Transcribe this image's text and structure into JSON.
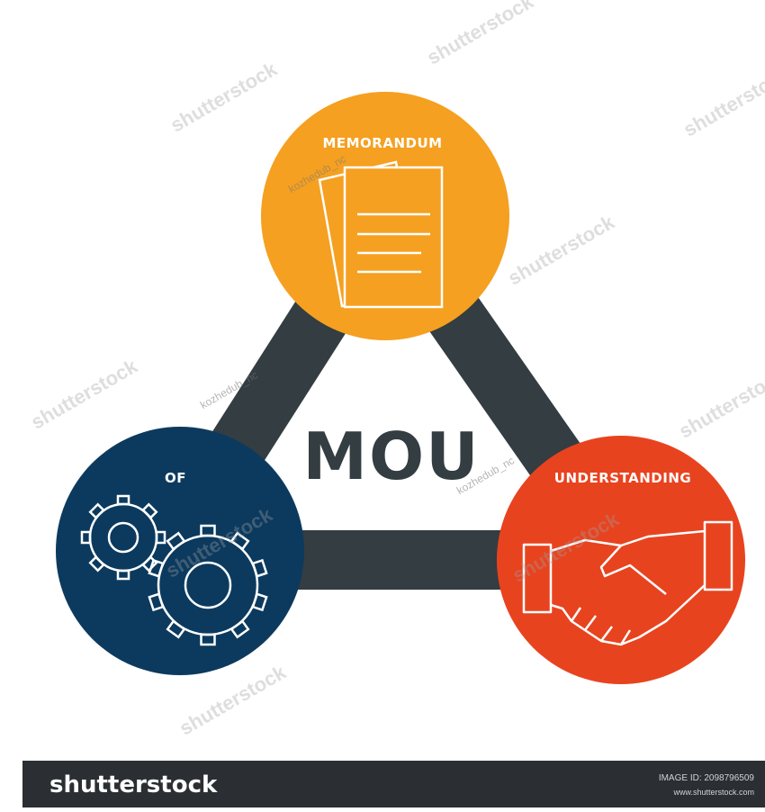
{
  "diagram": {
    "acronym": "MOU",
    "nodes": [
      {
        "id": "top",
        "label": "MEMORANDUM",
        "color": "#f5a020",
        "icon": "document-icon"
      },
      {
        "id": "left",
        "label": "OF",
        "color": "#0c3a5e",
        "icon": "gears-icon"
      },
      {
        "id": "right",
        "label": "UNDERSTANDING",
        "color": "#e8431f",
        "icon": "handshake-icon"
      }
    ],
    "connector_color": "#333d42"
  },
  "watermarks": {
    "brand": "shutterstock",
    "author": "kozhedub_nc"
  },
  "footer": {
    "logo": "shutterstock",
    "image_id": "IMAGE ID: 2098796509",
    "url": "www.shutterstock.com"
  }
}
